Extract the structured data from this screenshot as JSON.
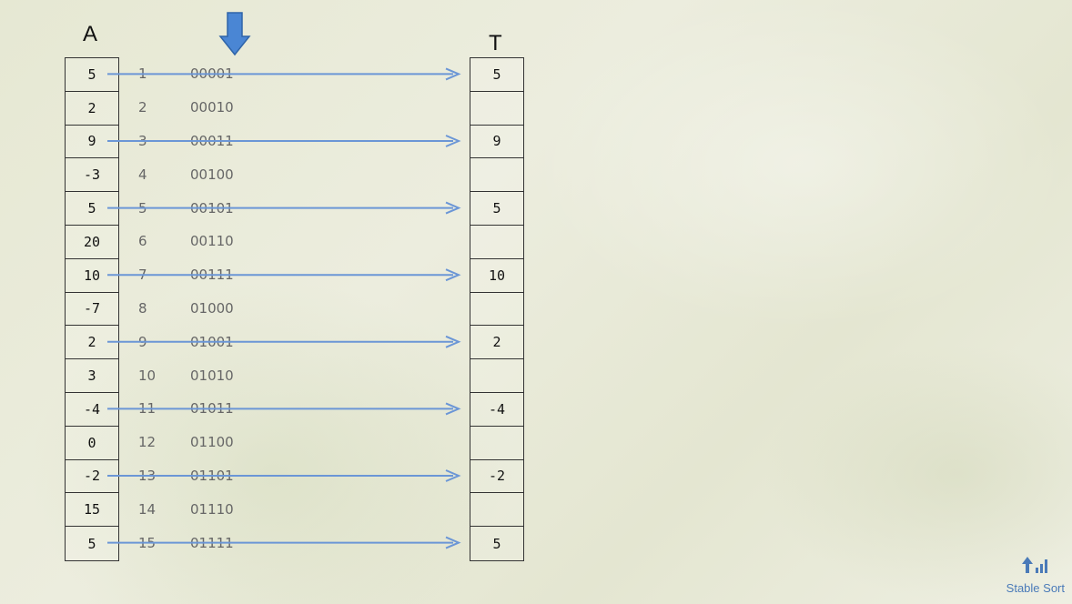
{
  "labels": {
    "a": "A",
    "t": "T"
  },
  "array_a": [
    "5",
    "2",
    "9",
    "-3",
    "5",
    "20",
    "10",
    "-7",
    "2",
    "3",
    "-4",
    "0",
    "-2",
    "15",
    "5"
  ],
  "indices": [
    "1",
    "2",
    "3",
    "4",
    "5",
    "6",
    "7",
    "8",
    "9",
    "10",
    "11",
    "12",
    "13",
    "14",
    "15"
  ],
  "binaries": [
    "00001",
    "00010",
    "00011",
    "00100",
    "00101",
    "00110",
    "00111",
    "01000",
    "01001",
    "01010",
    "01011",
    "01100",
    "01101",
    "01110",
    "01111"
  ],
  "array_t": [
    "5",
    "",
    "9",
    "",
    "5",
    "",
    "10",
    "",
    "2",
    "",
    "-4",
    "",
    "-2",
    "",
    "5"
  ],
  "logo": {
    "caption": "Stable Sort",
    "icon": "stable-sort-icon"
  },
  "colors": {
    "arrow": "#6b96d6",
    "down_arrow": "#4a86d4"
  }
}
